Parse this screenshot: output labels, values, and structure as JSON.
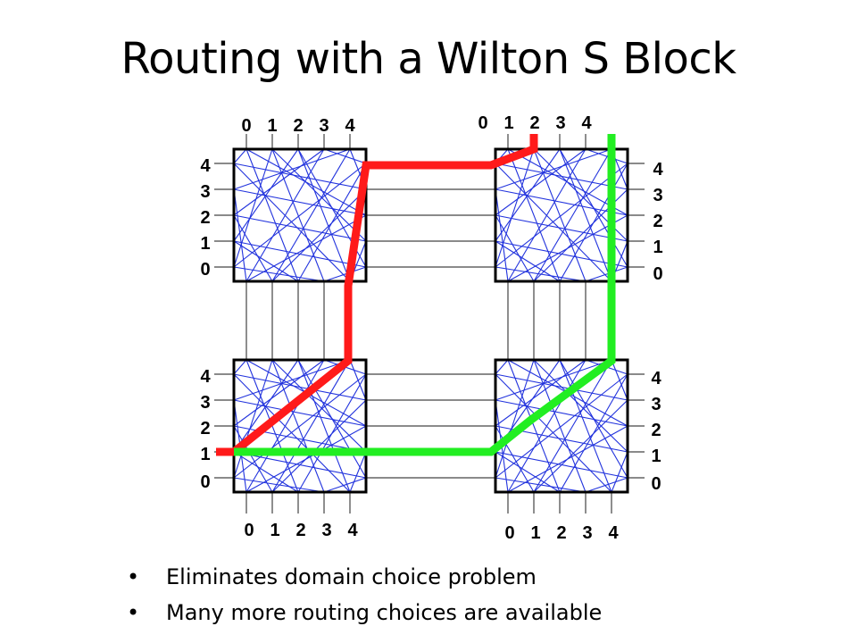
{
  "title": "Routing with a Wilton S Block",
  "labels": {
    "top_left": [
      "0",
      "1",
      "2",
      "3",
      "4"
    ],
    "top_right": [
      "0",
      "1",
      "2",
      "3",
      "4"
    ],
    "bottom_left": [
      "0",
      "1",
      "2",
      "3",
      "4"
    ],
    "bottom_right": [
      "0",
      "1",
      "2",
      "3",
      "4"
    ],
    "left_upper": [
      "4",
      "3",
      "2",
      "1",
      "0"
    ],
    "left_lower": [
      "4",
      "3",
      "2",
      "1",
      "0"
    ],
    "right_upper": [
      "4",
      "3",
      "2",
      "1",
      "0"
    ],
    "right_lower": [
      "4",
      "3",
      "2",
      "1",
      "0"
    ]
  },
  "routes": [
    {
      "color": "#ff1a1a"
    },
    {
      "color": "#22ee22"
    }
  ],
  "colors": {
    "wiring": "#2233dd",
    "tracks": "#444444",
    "block_border": "#000000"
  },
  "bullets": [
    "Eliminates domain choice problem",
    "Many more routing choices are available"
  ]
}
